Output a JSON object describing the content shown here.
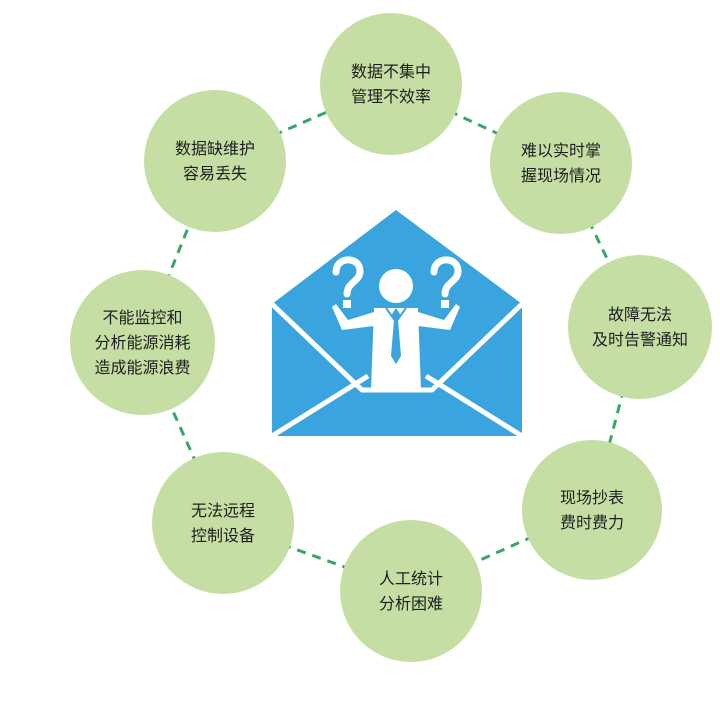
{
  "colors": {
    "bubble_fill": "#c5dea4",
    "ring_dash": "#3aa56a",
    "envelope_blue": "#3aa4de",
    "figure_white": "#ffffff"
  },
  "icons": {
    "center": "envelope-businessman-question-icon"
  },
  "bubbles": [
    {
      "line1": "数据不集中",
      "line2": "管理不效率"
    },
    {
      "line1": "难以实时掌",
      "line2": "握现场情况"
    },
    {
      "line1": "故障无法",
      "line2": "及时告警通知"
    },
    {
      "line1": "现场抄表",
      "line2": "费时费力"
    },
    {
      "line1": "人工统计",
      "line2": "分析困难"
    },
    {
      "line1": "无法远程",
      "line2": "控制设备"
    },
    {
      "line1": "不能监控和",
      "line2": "分析能源消耗",
      "line3": "造成能源浪费"
    },
    {
      "line1": "数据缺维护",
      "line2": "容易丢失"
    }
  ]
}
